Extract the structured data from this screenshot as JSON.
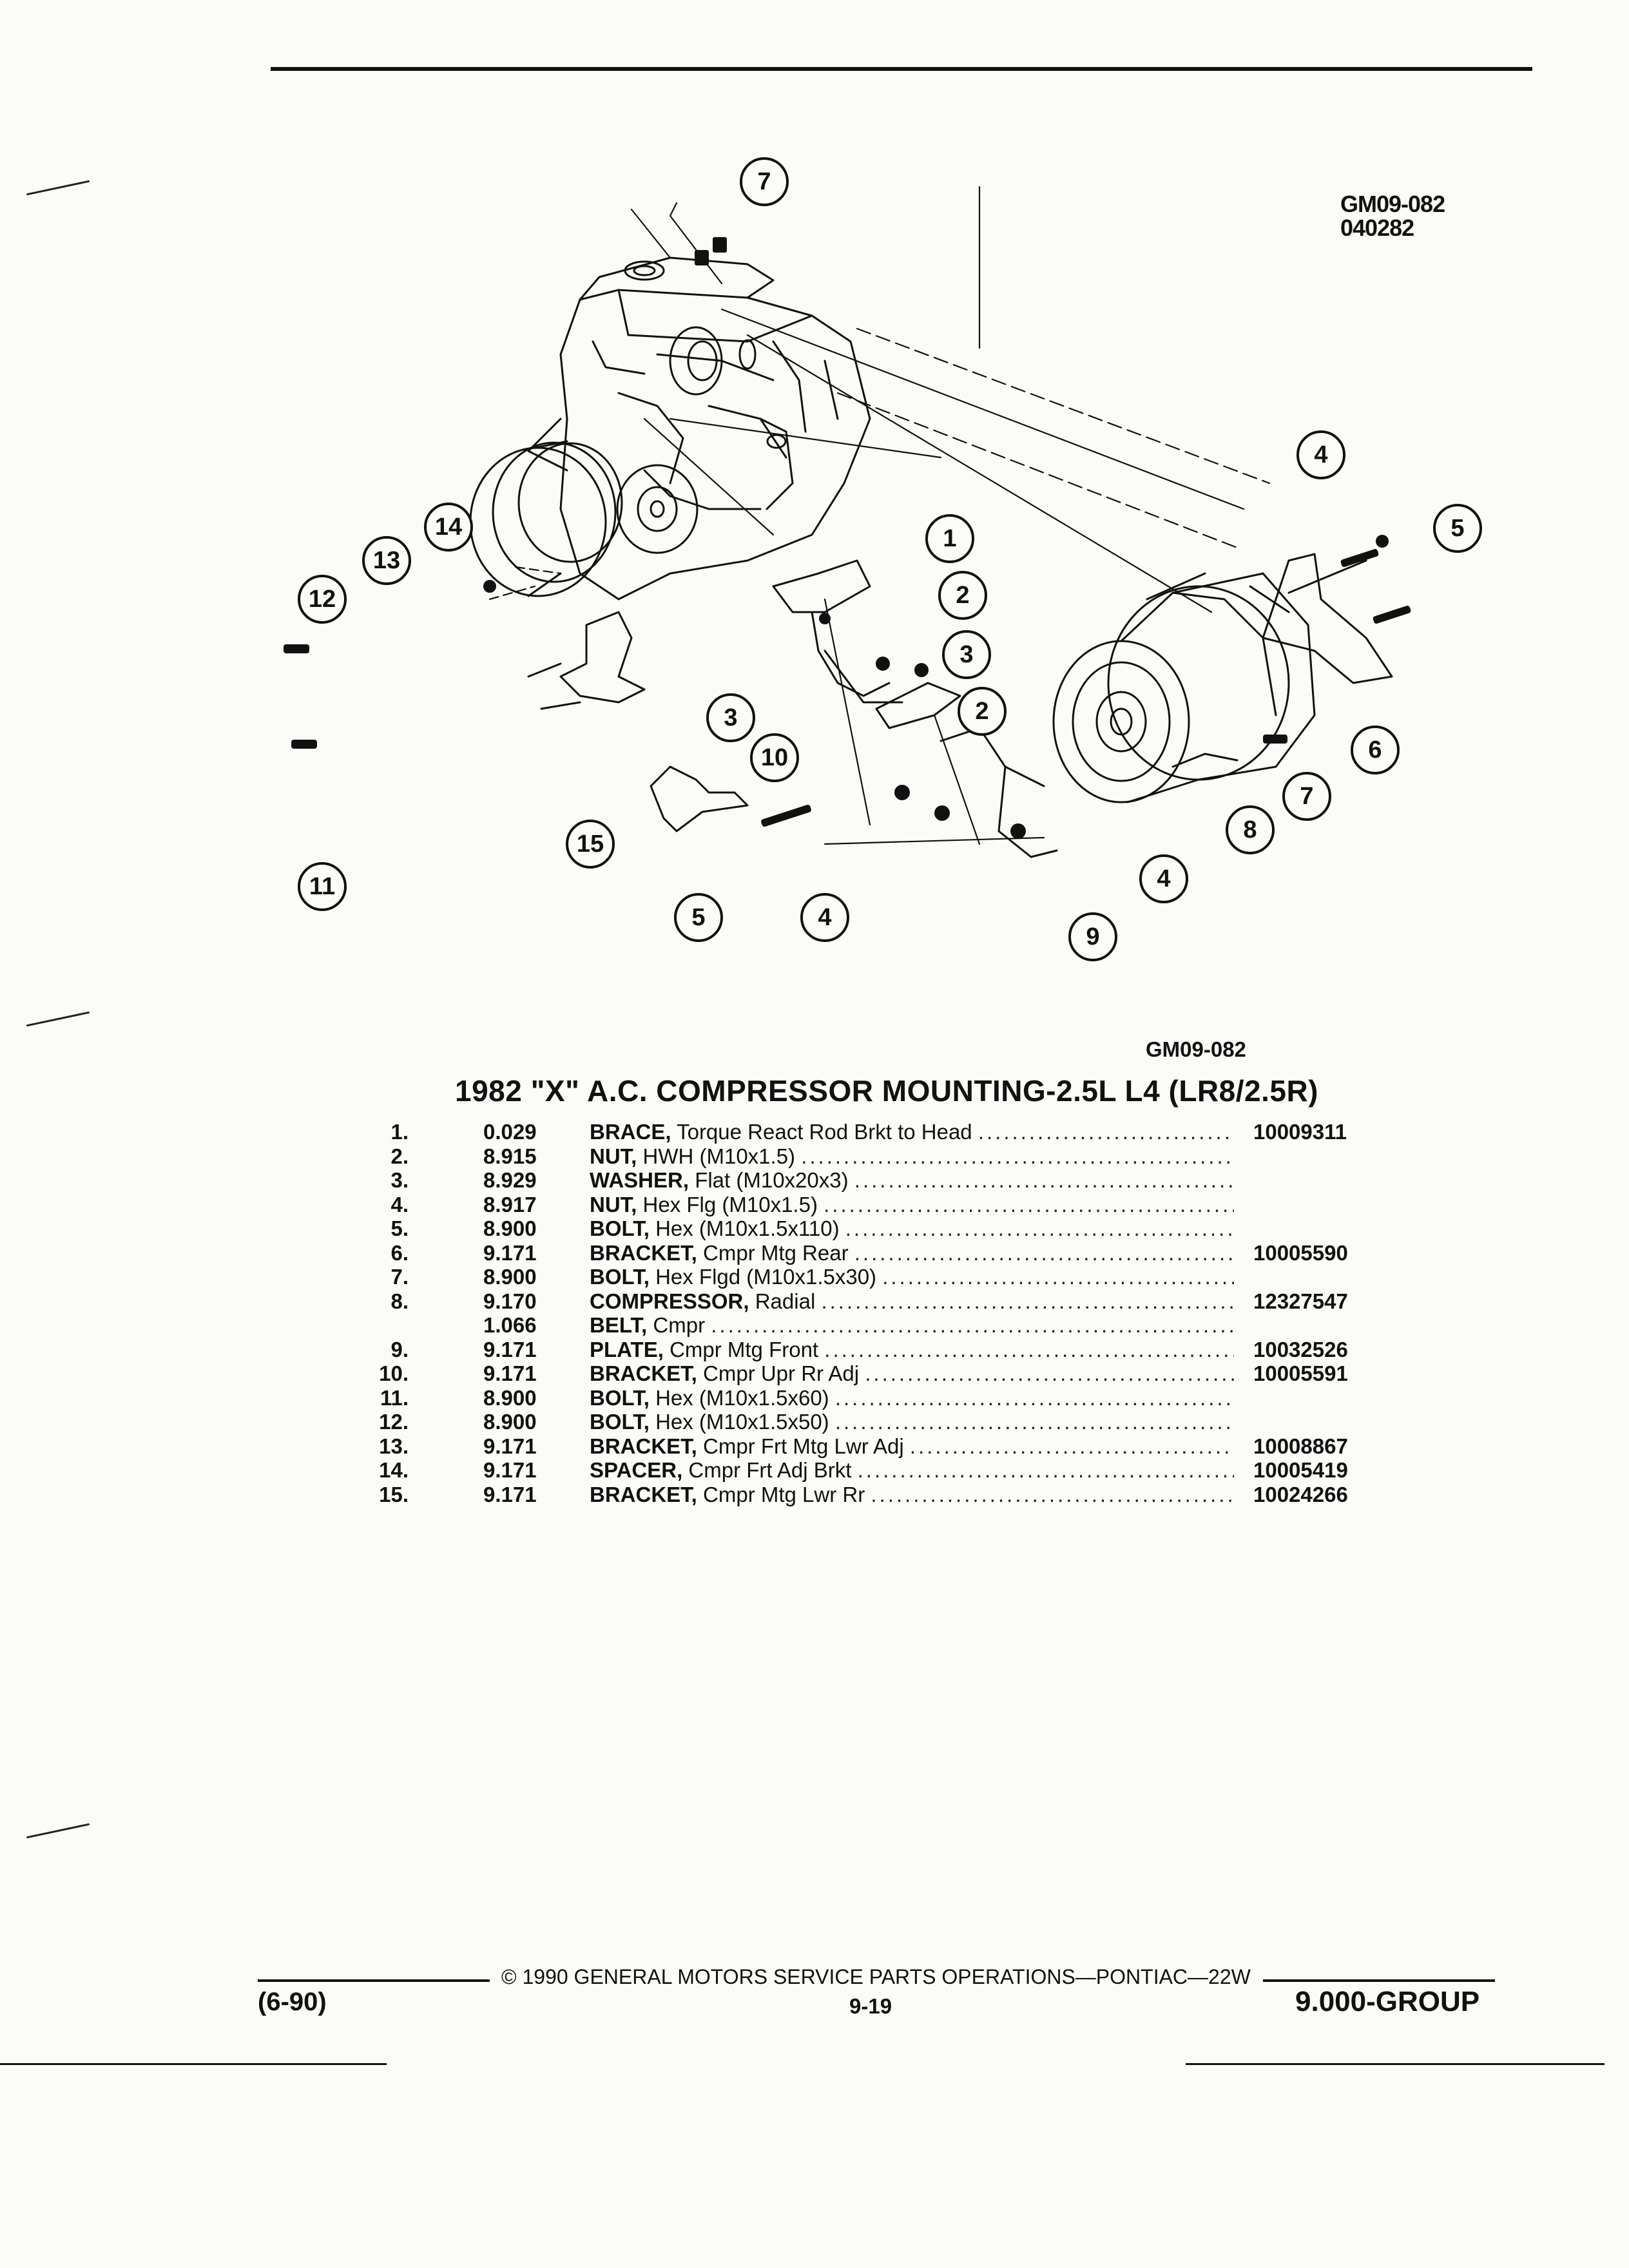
{
  "header": {
    "code_line1": "GM09-082",
    "code_line2": "040282"
  },
  "figure": {
    "label": "GM09-082",
    "callouts": {
      "c1": "1",
      "c2a": "2",
      "c2b": "2",
      "c3a": "3",
      "c3b": "3",
      "c4a": "4",
      "c4b": "4",
      "c4c": "4",
      "c5a": "5",
      "c5b": "5",
      "c6": "6",
      "c7a": "7",
      "c7b": "7",
      "c8": "8",
      "c9": "9",
      "c10": "10",
      "c11": "11",
      "c12": "12",
      "c13": "13",
      "c14": "14",
      "c15": "15"
    }
  },
  "title": "1982 \"X\" A.C. COMPRESSOR MOUNTING-2.5L L4 (LR8/2.5R)",
  "parts": [
    {
      "num": "1.",
      "group": "0.029",
      "name": "BRACE,",
      "desc": "Torque React Rod Brkt to Head",
      "pn": "10009311"
    },
    {
      "num": "2.",
      "group": "8.915",
      "name": "NUT,",
      "desc": "HWH (M10x1.5)",
      "pn": ""
    },
    {
      "num": "3.",
      "group": "8.929",
      "name": "WASHER,",
      "desc": "Flat (M10x20x3)",
      "pn": ""
    },
    {
      "num": "4.",
      "group": "8.917",
      "name": "NUT,",
      "desc": "Hex Flg (M10x1.5)",
      "pn": ""
    },
    {
      "num": "5.",
      "group": "8.900",
      "name": "BOLT,",
      "desc": "Hex (M10x1.5x110)",
      "pn": ""
    },
    {
      "num": "6.",
      "group": "9.171",
      "name": "BRACKET,",
      "desc": "Cmpr Mtg Rear",
      "pn": "10005590"
    },
    {
      "num": "7.",
      "group": "8.900",
      "name": "BOLT,",
      "desc": "Hex Flgd (M10x1.5x30)",
      "pn": ""
    },
    {
      "num": "8.",
      "group": "9.170",
      "name": "COMPRESSOR,",
      "desc": "Radial",
      "pn": "12327547"
    },
    {
      "num": "",
      "group": "1.066",
      "name": "BELT,",
      "desc": "Cmpr",
      "pn": ""
    },
    {
      "num": "9.",
      "group": "9.171",
      "name": "PLATE,",
      "desc": "Cmpr Mtg Front",
      "pn": "10032526"
    },
    {
      "num": "10.",
      "group": "9.171",
      "name": "BRACKET,",
      "desc": "Cmpr Upr Rr Adj",
      "pn": "10005591"
    },
    {
      "num": "11.",
      "group": "8.900",
      "name": "BOLT,",
      "desc": "Hex (M10x1.5x60)",
      "pn": ""
    },
    {
      "num": "12.",
      "group": "8.900",
      "name": "BOLT,",
      "desc": "Hex (M10x1.5x50)",
      "pn": ""
    },
    {
      "num": "13.",
      "group": "9.171",
      "name": "BRACKET,",
      "desc": "Cmpr Frt Mtg Lwr Adj",
      "pn": "10008867"
    },
    {
      "num": "14.",
      "group": "9.171",
      "name": "SPACER,",
      "desc": "Cmpr Frt Adj Brkt",
      "pn": "10005419"
    },
    {
      "num": "15.",
      "group": "9.171",
      "name": "BRACKET,",
      "desc": "Cmpr Mtg Lwr Rr",
      "pn": "10024266"
    }
  ],
  "footer": {
    "date": "(6-90)",
    "copyright": "© 1990 GENERAL MOTORS SERVICE PARTS OPERATIONS—PONTIAC—22W",
    "page": "9-19",
    "group": "9.000-GROUP"
  }
}
